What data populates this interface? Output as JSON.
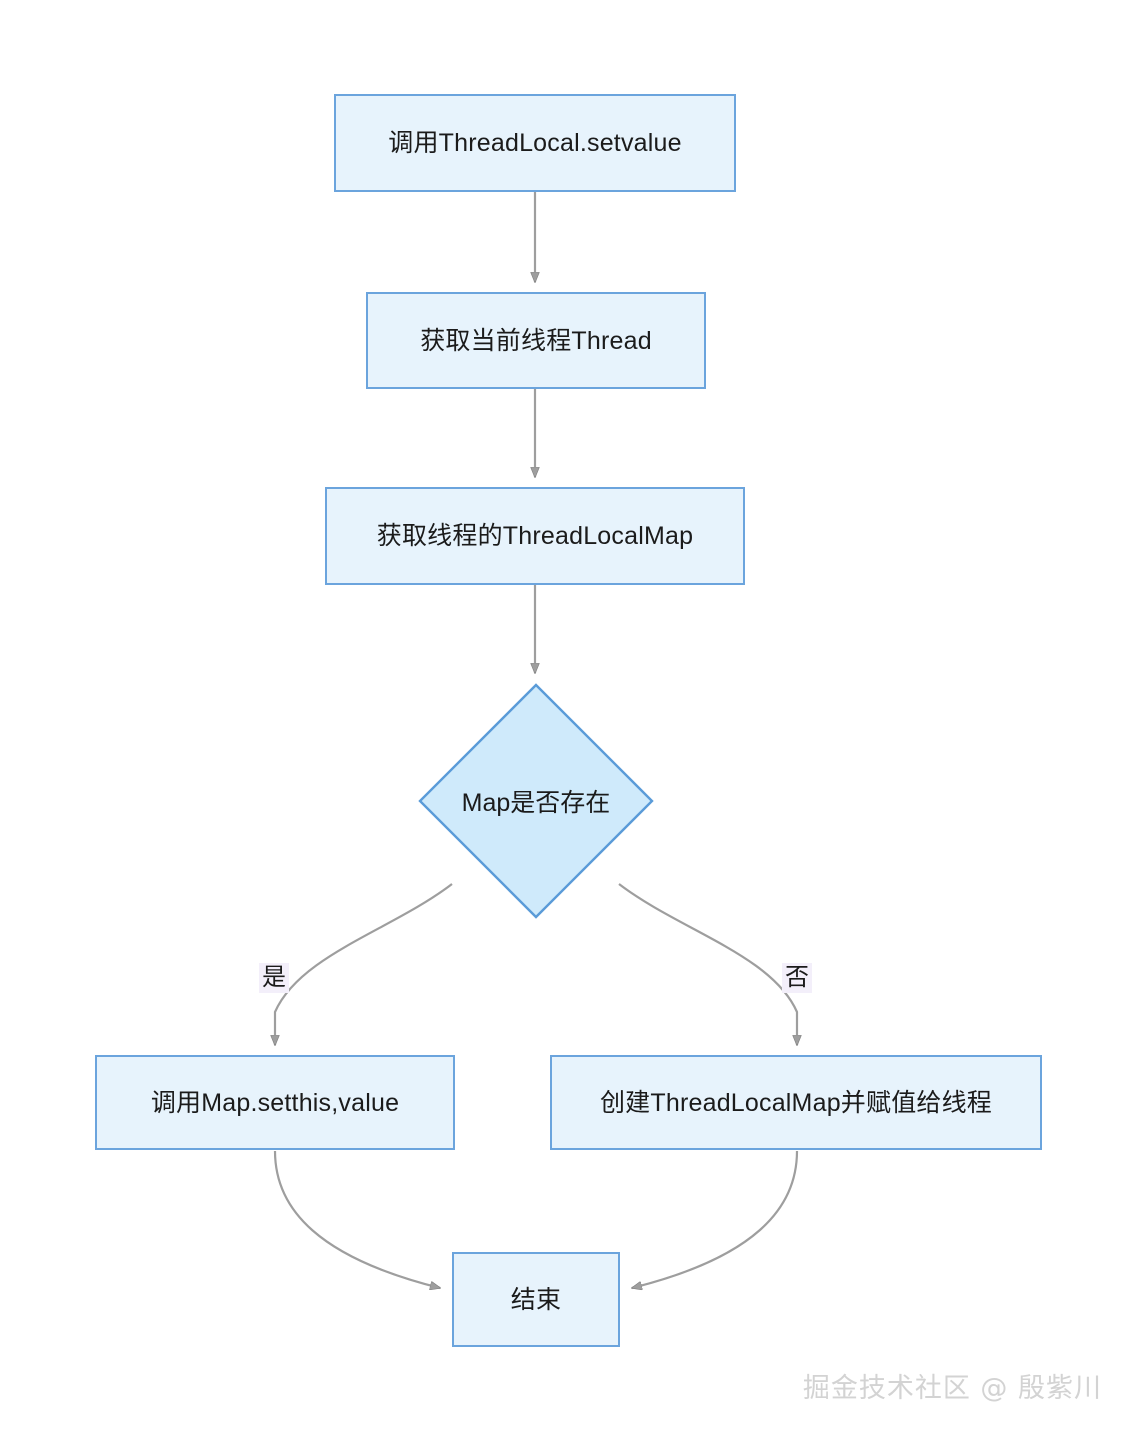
{
  "diagram": {
    "type": "flowchart",
    "title": "ThreadLocal.set flow",
    "background_color": "#ffffff",
    "node_fill": "#e7f3fc",
    "node_border": "#6ba4dd",
    "decision_fill": "#cfeafb",
    "edge_color": "#9e9e9e",
    "edge_label_bg": "#f3effa",
    "nodes": [
      {
        "id": "start",
        "shape": "rect",
        "label": "调用ThreadLocal.setvalue"
      },
      {
        "id": "thread",
        "shape": "rect",
        "label": "获取当前线程Thread"
      },
      {
        "id": "getmap",
        "shape": "rect",
        "label": "获取线程的ThreadLocalMap"
      },
      {
        "id": "decision",
        "shape": "diamond",
        "label": "Map是否存在"
      },
      {
        "id": "setmap",
        "shape": "rect",
        "label": "调用Map.setthis,value"
      },
      {
        "id": "createmap",
        "shape": "rect",
        "label": "创建ThreadLocalMap并赋值给线程"
      },
      {
        "id": "end",
        "shape": "rect",
        "label": "结束"
      }
    ],
    "edges": [
      {
        "from": "start",
        "to": "thread",
        "label": ""
      },
      {
        "from": "thread",
        "to": "getmap",
        "label": ""
      },
      {
        "from": "getmap",
        "to": "decision",
        "label": ""
      },
      {
        "from": "decision",
        "to": "setmap",
        "label": "是"
      },
      {
        "from": "decision",
        "to": "createmap",
        "label": "否"
      },
      {
        "from": "setmap",
        "to": "end",
        "label": ""
      },
      {
        "from": "createmap",
        "to": "end",
        "label": ""
      }
    ],
    "edge_labels": {
      "yes": "是",
      "no": "否"
    }
  },
  "watermark": {
    "text": "掘金技术社区 @ 殷紫川"
  }
}
